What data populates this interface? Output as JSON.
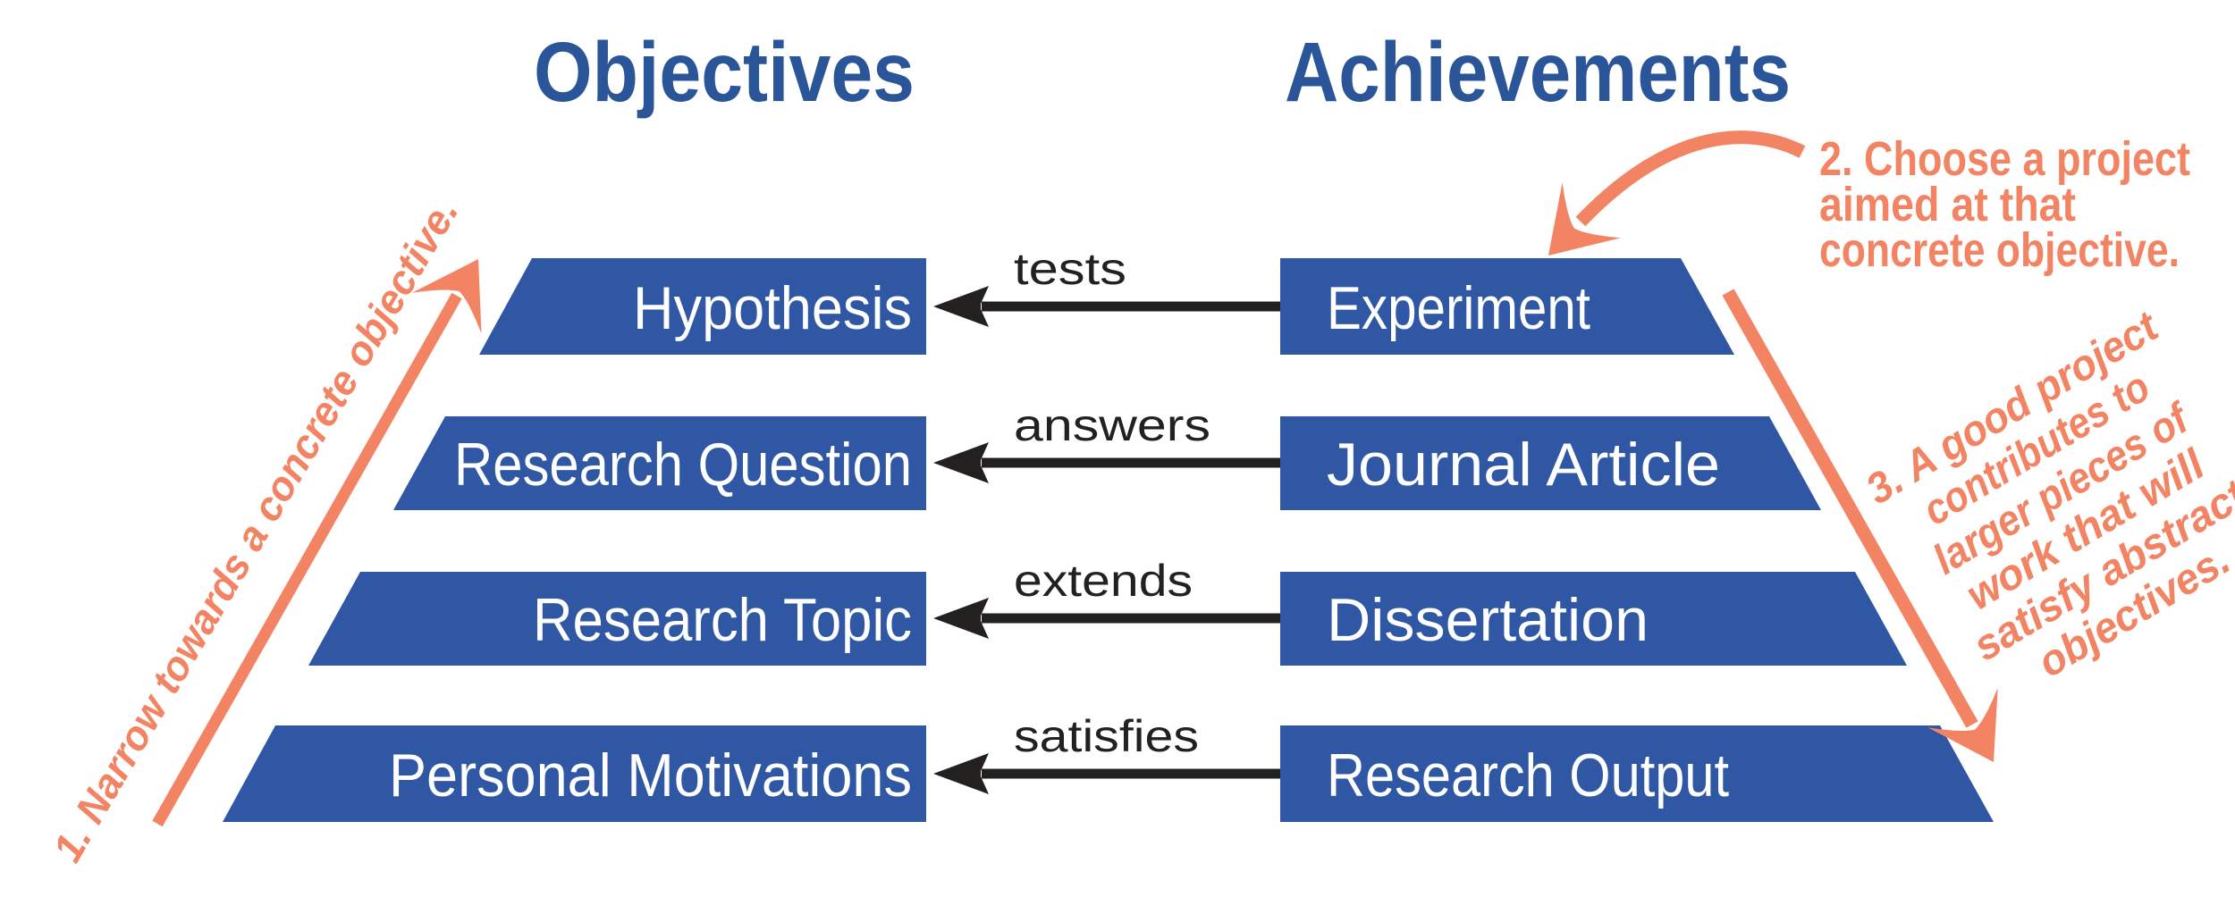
{
  "titles": {
    "left": "Objectives",
    "right": "Achievements"
  },
  "rows": [
    {
      "objective": "Hypothesis",
      "verb": "tests",
      "achievement": "Experiment"
    },
    {
      "objective": "Research Question",
      "verb": "answers",
      "achievement": "Journal Article"
    },
    {
      "objective": "Research Topic",
      "verb": "extends",
      "achievement": "Dissertation"
    },
    {
      "objective": "Personal Motivations",
      "verb": "satisfies",
      "achievement": "Research Output"
    }
  ],
  "annotations": {
    "step1": "1. Narrow towards a concrete objective.",
    "step2_lines": [
      "2. Choose a project",
      "aimed at that",
      "concrete objective."
    ],
    "step3_lines": [
      "3. A good project",
      "contributes to",
      "larger pieces of",
      "work that will",
      "satisfy abstract",
      "objectives."
    ]
  },
  "colors": {
    "box_blue": "#2F57A3",
    "title_blue": "#2B5599",
    "orange": "#F28464",
    "ink": "#232020",
    "label_white": "#FFFFFF"
  }
}
